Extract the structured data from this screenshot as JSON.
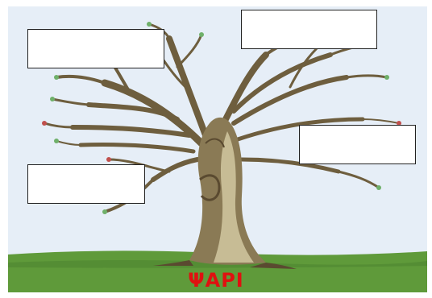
{
  "caption": {
    "text": "ΨΑΡΙ",
    "color": "#e01010"
  },
  "colors": {
    "sky": "#e6eef7",
    "grass": "#5f9a3a",
    "grass_dark": "#4d8530",
    "trunk": "#8a7a55",
    "trunk_dark": "#5a4a30",
    "trunk_light": "#c7bc95",
    "bud_green": "#6fb06a",
    "bud_red": "#c0504d"
  },
  "label_boxes": [
    {
      "id": "top-left",
      "value": ""
    },
    {
      "id": "top-right",
      "value": ""
    },
    {
      "id": "middle-right",
      "value": ""
    },
    {
      "id": "middle-left",
      "value": ""
    }
  ]
}
